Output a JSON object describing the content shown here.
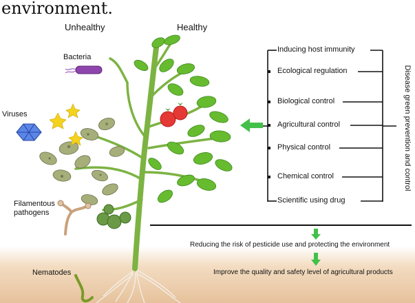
{
  "top_text": "environment.",
  "labels": {
    "unhealthy": "Unhealthy",
    "healthy": "Healthy",
    "bacteria": "Bacteria",
    "viruses": "Viruses",
    "filamentous": "Filamentous pathogens",
    "nematodes": "Nematodes"
  },
  "measures": [
    "Inducing host immunity",
    "Ecological regulation",
    "Biological control",
    "Agricultural control",
    "Physical control",
    "Chemical control",
    "Scientific using drug"
  ],
  "vertical_label": "Disease green prevention and control",
  "outcomes": [
    "Reducing the risk of pesticide use and protecting the environment",
    "Improve the quality and safety level of agricultural products"
  ],
  "colors": {
    "stem": "#7cb342",
    "leaf": "#66bb2f",
    "diseased_leaf": "#a6ae7a",
    "tomato": "#e53935",
    "arrow": "#43c04a",
    "soil": "#e8c9a6",
    "bacteria": "#8e44ad",
    "virus": "#3a6fd8"
  }
}
